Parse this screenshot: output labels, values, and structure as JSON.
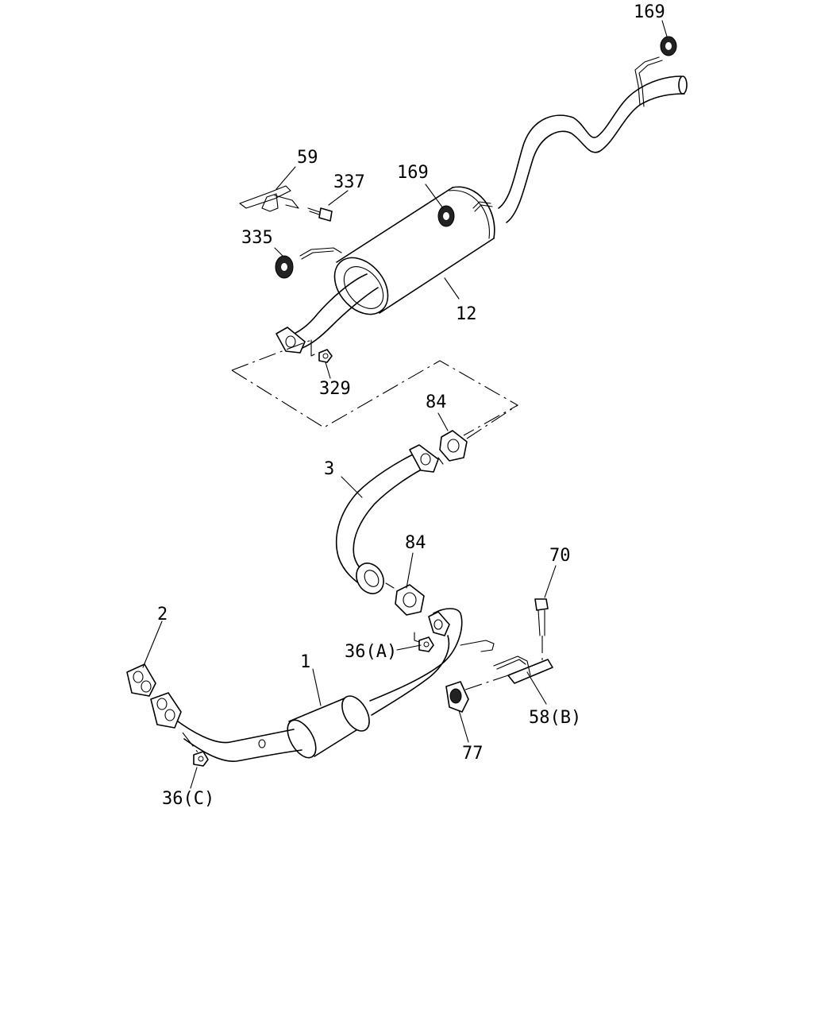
{
  "labels": {
    "p169_top": "169",
    "p59": "59",
    "p337": "337",
    "p169_mid": "169",
    "p335": "335",
    "p12": "12",
    "p329": "329",
    "p84_top": "84",
    "p3": "3",
    "p84_mid": "84",
    "p70": "70",
    "p2": "2",
    "p36a": "36(A)",
    "p1": "1",
    "p58b": "58(B)",
    "p77": "77",
    "p36c": "36(C)"
  }
}
